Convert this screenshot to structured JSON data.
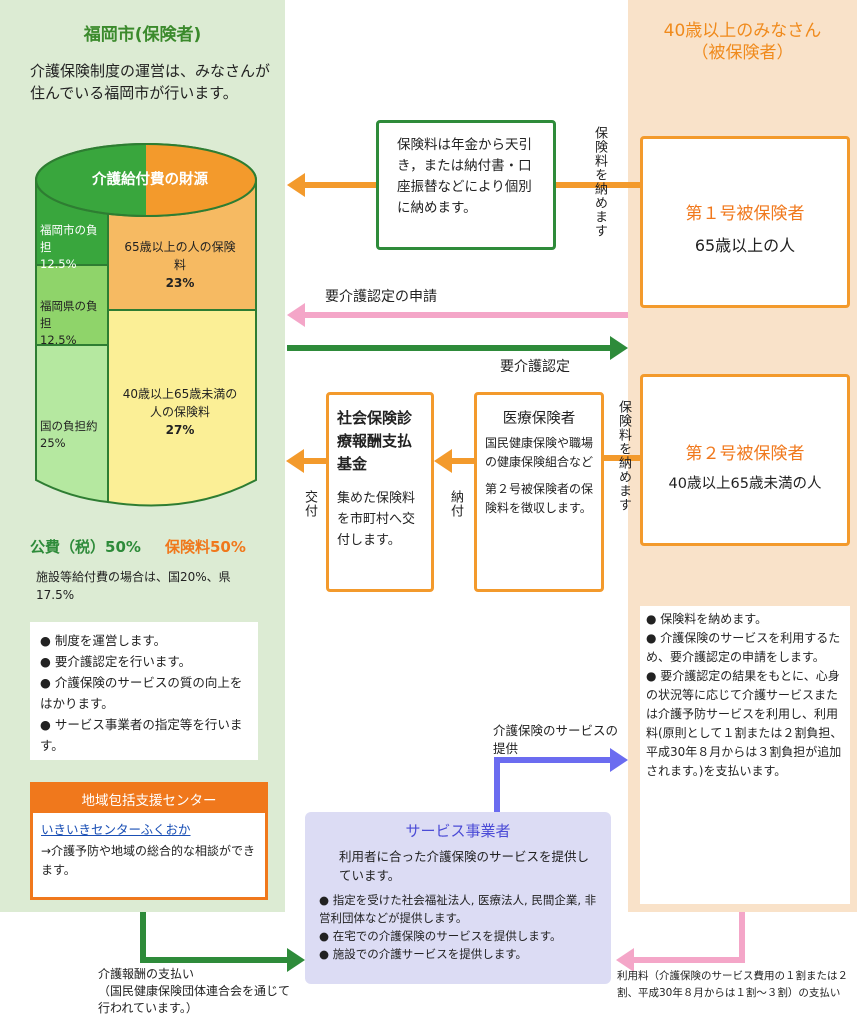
{
  "left": {
    "header": "福岡市(保険者)",
    "intro": "介護保険制度の運営は、みなさんが住んでいる福岡市が行います。",
    "cylinder": {
      "top_label": "介護給付費の財源",
      "segments": [
        {
          "label": "福岡市の負担",
          "value": "12.5%",
          "color": "#39a63d"
        },
        {
          "label": "福岡県の負担",
          "value": "12.5%",
          "color": "#8fd46a"
        },
        {
          "label": "国の負担約25%",
          "value": "",
          "color": "#b5e8a0"
        },
        {
          "label": "65歳以上の人の保険料",
          "value": "23%",
          "color": "#f6ba62"
        },
        {
          "label": "40歳以上65歳未満の人の保険料",
          "value": "27%",
          "color": "#fbef96"
        }
      ]
    },
    "public_label": "公費（税）50%",
    "premium_label": "保険料50%",
    "note": "施設等給付費の場合は、国20%、県17.5%",
    "roles": [
      "制度を運営します。",
      "要介護認定を行います。",
      "介護保険のサービスの質の向上をはかります。",
      "サービス事業者の指定等を行います。"
    ],
    "center_header": "地域包括支援センター",
    "center_link": "いきいきセンターふくおか",
    "center_desc": "→介護予防や地域の総合的な相談ができます。"
  },
  "right": {
    "header1": "40歳以上のみなさん",
    "header2": "（被保険者）",
    "insured1_title": "第１号被保険者",
    "insured1_desc": "65歳以上の人",
    "insured2_title": "第２号被保険者",
    "insured2_desc": "40歳以上65歳未満の人",
    "bullets": [
      "保険料を納めます。",
      "介護保険のサービスを利用するため、要介護認定の申請をします。",
      "要介護認定の結果をもとに、心身の状況等に応じて介護サービスまたは介護予防サービスを利用し、利用料(原則として１割または２割負担、平成30年８月からは３割負担が追加されます。)を支払います。"
    ]
  },
  "middle": {
    "pension_box": "保険料は年金から天引き，または納付書・口座振替などにより個別に納めます。",
    "pay_premium_v": "保険料を納めます",
    "apply_label": "要介護認定の申請",
    "cert_label": "要介護認定",
    "fund_box_title": "社会保険診療報酬支払基金",
    "fund_box_desc": "集めた保険料を市町村へ交付します。",
    "medical_title": "医療保険者",
    "medical_desc1": "国民健康保険や職場の健康保険組合など",
    "medical_desc2": "第２号被保険者の保険料を徴収します。",
    "grant_v": "交付",
    "payin_v": "納付",
    "pay_premium_v2": "保険料を納めます",
    "service_provide": "介護保険のサービスの提供",
    "provider_title": "サービス事業者",
    "provider_desc": "利用者に合った介護保険のサービスを提供しています。",
    "provider_bullets": [
      "指定を受けた社会福祉法人, 医療法人, 民間企業, 非営利団体などが提供します。",
      "在宅での介護保険のサービスを提供します。",
      "施設での介護サービスを提供します。"
    ],
    "fee_payment": "介護報酬の支払い",
    "fee_note": "（国民健康保険団体連合会を通じて行われています。）",
    "usage_fee": "利用料（介護保険のサービス費用の１割または２割、平成30年８月からは１割～３割）の支払い"
  },
  "colors": {
    "green": "#2e8b3a",
    "orange": "#f39a2c",
    "pink": "#f4a6c8",
    "blue": "#6b6cf0",
    "provider_bg": "#dcdcf4"
  }
}
